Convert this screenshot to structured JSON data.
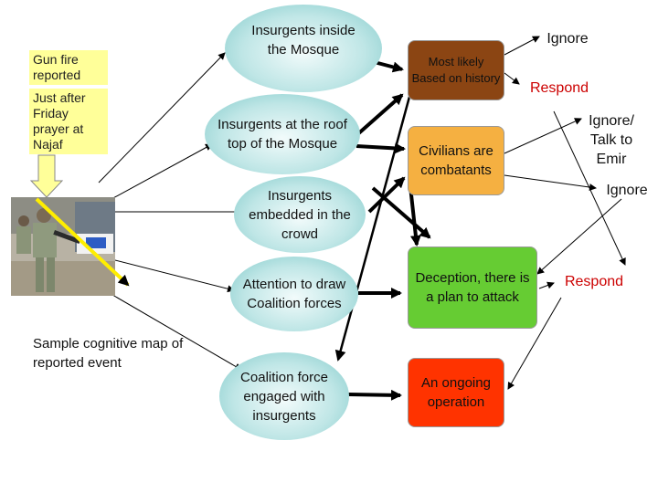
{
  "notes": {
    "gun_fire": "Gun fire reported",
    "friday_prayer": "Just after Friday prayer at Najaf"
  },
  "caption": "Sample cognitive map of reported event",
  "insurgent_nodes": {
    "inside_mosque": "Insurgents inside the Mosque",
    "roof_top": "Insurgents at the roof top of the Mosque",
    "embedded_crowd": "Insurgents embedded in the crowd",
    "attention": "Attention to draw Coalition forces",
    "coalition_engaged": "Coalition force engaged with insurgents"
  },
  "assessment_nodes": {
    "most_likely": "Most likely Based on history",
    "civilians": "Civilians are combatants",
    "deception": "Deception, there is a plan to attack",
    "ongoing": "An ongoing operation"
  },
  "responses": {
    "ignore_top": "Ignore",
    "respond_top": "Respond",
    "ignore_talk": "Ignore/ Talk to Emir",
    "ignore_right": "Ignore",
    "respond_bottom": "Respond"
  },
  "colors": {
    "note_yellow": "#ffff99",
    "most_likely_brown": "#8b4513",
    "civilians_orange": "#f5b041",
    "deception_green": "#66cc33",
    "ongoing_red": "#ff3300",
    "response_red": "#cc0000"
  }
}
